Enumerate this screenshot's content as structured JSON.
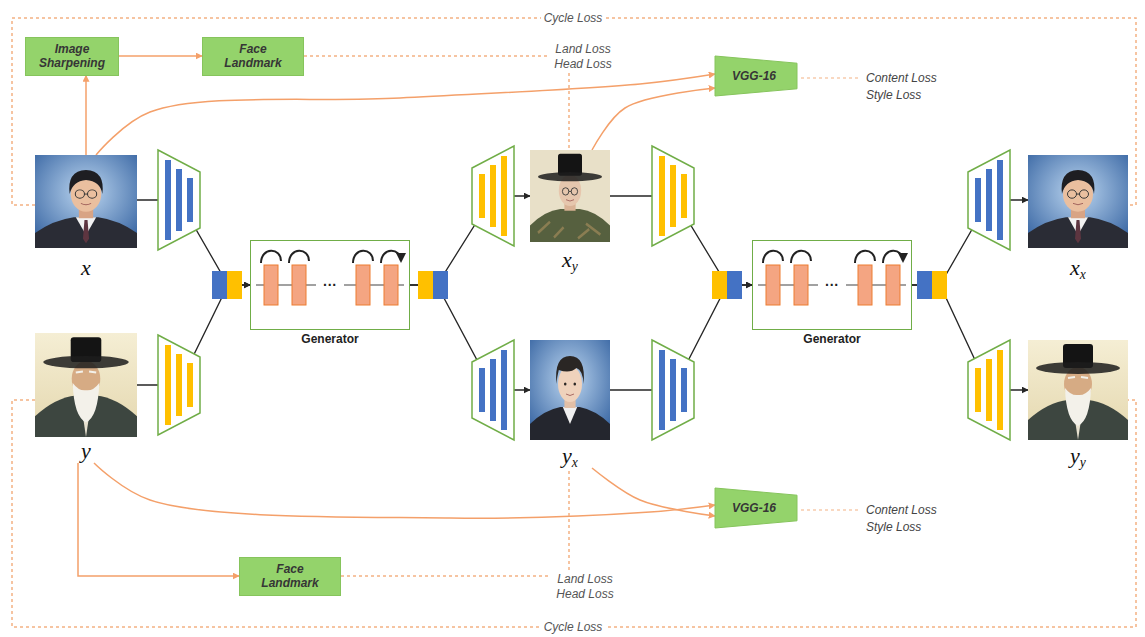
{
  "diagram": {
    "nodes": [
      {
        "text": [
          "Image Sharpening"
        ]
      },
      {
        "text": [
          "Face Landmark"
        ]
      },
      {
        "text": [
          "VGG-16"
        ]
      },
      {
        "text": [
          "x"
        ]
      },
      {
        "text": [
          "y"
        ]
      },
      {
        "text": [
          "Generator"
        ]
      },
      {
        "text": [
          "xy"
        ]
      },
      {
        "text": [
          "yx"
        ]
      },
      {
        "text": [
          "Generator"
        ]
      },
      {
        "text": [
          "xx"
        ]
      },
      {
        "text": [
          "yy"
        ]
      },
      {
        "text": [
          "VGG-16"
        ]
      },
      {
        "text": [
          "Face Landmark"
        ]
      }
    ],
    "edges": [
      {
        "from": 3,
        "to": 0,
        "arrow": "to"
      },
      {
        "from": 0,
        "to": 1,
        "arrow": "to"
      },
      {
        "from": 3,
        "to": 2,
        "arrow": "to"
      },
      {
        "from": 6,
        "to": 2,
        "arrow": "to"
      },
      {
        "from": 1,
        "to": 6,
        "label": "Land Loss Head Loss",
        "arrow": "none"
      },
      {
        "from": 3,
        "to": 9,
        "label": "Cycle Loss",
        "arrow": "none"
      },
      {
        "from": 3,
        "to": 5,
        "arrow": "to"
      },
      {
        "from": 4,
        "to": 5,
        "arrow": "to"
      },
      {
        "from": 5,
        "to": 6,
        "arrow": "to"
      },
      {
        "from": 5,
        "to": 7,
        "arrow": "to"
      },
      {
        "from": 6,
        "to": 8,
        "arrow": "to"
      },
      {
        "from": 7,
        "to": 8,
        "arrow": "to"
      },
      {
        "from": 8,
        "to": 9,
        "arrow": "to"
      },
      {
        "from": 8,
        "to": 10,
        "arrow": "to"
      },
      {
        "from": 4,
        "to": 11,
        "arrow": "to"
      },
      {
        "from": 7,
        "to": 11,
        "arrow": "to"
      },
      {
        "from": 4,
        "to": 12,
        "arrow": "to"
      },
      {
        "from": 12,
        "to": 7,
        "label": "Land Loss Head Loss",
        "arrow": "none"
      },
      {
        "from": 4,
        "to": 10,
        "label": "Cycle Loss",
        "arrow": "none"
      }
    ],
    "labels": [
      "···",
      "···",
      "Content Loss",
      "Style Loss",
      "Content Loss",
      "Style Loss"
    ]
  }
}
